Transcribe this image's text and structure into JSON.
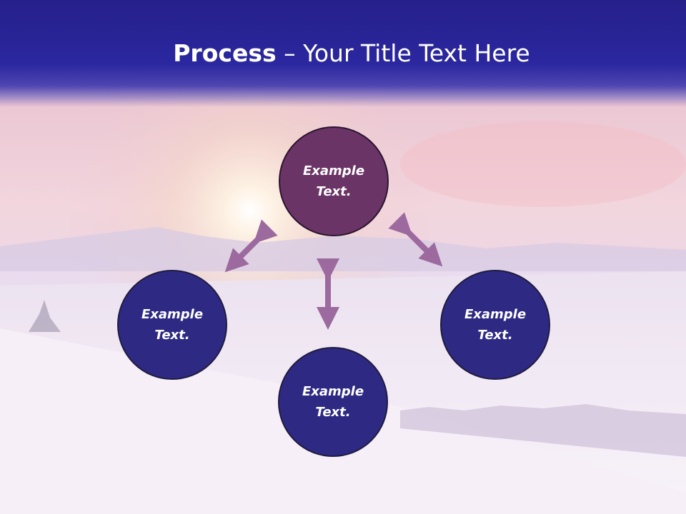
{
  "title": {
    "bold": "Process",
    "dash": " – ",
    "rest": "Your Title Text Here"
  },
  "nodes": [
    {
      "line1": "Example",
      "line2": "Text."
    },
    {
      "line1": "Example",
      "line2": "Text."
    },
    {
      "line1": "Example",
      "line2": "Text."
    },
    {
      "line1": "Example",
      "line2": "Text."
    }
  ],
  "colors": {
    "header": "#2b279f",
    "circle_blue": "#2e2a84",
    "circle_purple": "#6b3466",
    "arrow": "#9c6a9e"
  }
}
